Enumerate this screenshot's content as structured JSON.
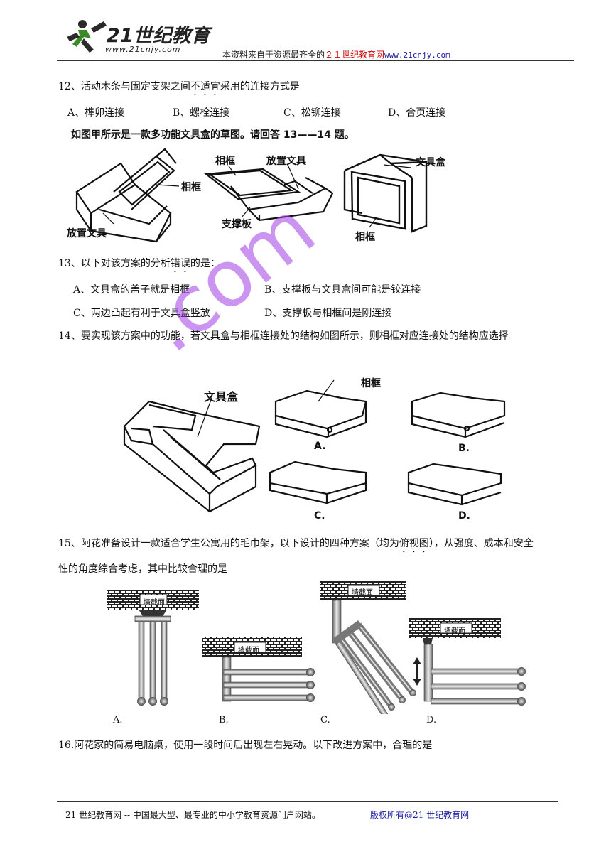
{
  "header": {
    "logo_text": "21世纪教育",
    "logo_url": "www.21cnjy.com",
    "source_prefix": "本资料来自于资源最齐全的",
    "source_site": "２１世纪教育网",
    "source_url": "www.21cnjy.com"
  },
  "q12": {
    "stem_a": "12、活动木条与固定支架之间",
    "stem_dot": "不适宜",
    "stem_b": "采用的连接方式是",
    "options": [
      "A、榫卯连接",
      "B、螺栓连接",
      "C、松铆连接",
      "D、合页连接"
    ]
  },
  "intro": "如图甲所示是一款多功能文具盒的草图。请回答 13——14 题。",
  "fig1": {
    "label_frame": "相框",
    "label_frame2": "相框",
    "label_place": "放置文具",
    "label_place2": "放置文具",
    "label_board": "支撑板",
    "label_box": "文具盒",
    "label_frame3": "相框"
  },
  "q13": {
    "stem_a": "13、以下对该方案的分析",
    "stem_dot": "错误",
    "stem_b": "的是：",
    "options": [
      "A、文具盒的盖子就是相框",
      "B、支撑板与文具盒间可能是铰连接",
      "C、两边凸起有利于文具盒竖放",
      "D、支撑板与相框间是刚连接"
    ]
  },
  "q14": {
    "stem": "14、要实现该方案中的功能，若文具盒与相框连接处的结构如图所示，则相框对应连接处的结构应选择"
  },
  "fig2": {
    "label_box": "文具盒",
    "label_frame": "相框",
    "caps": [
      "A.",
      "B.",
      "C.",
      "D."
    ]
  },
  "q15": {
    "line1_a": "15、阿花准备设计一款适合学生公寓用的毛巾架，以下设计的四种方案（均为",
    "line1_dot": "俯视图",
    "line1_b": "），从强度、成本和安全",
    "line2": "性的角度综合考虑，其中比较合理的是",
    "wall_label": "墙截面",
    "caps": [
      "A.",
      "B.",
      "C.",
      "D."
    ]
  },
  "q16": {
    "stem": "16.阿花家的简易电脑桌，使用一段时间后出现左右晃动。以下改进方案中，合理的是"
  },
  "watermark": ".com",
  "footer": {
    "text": "21 世纪教育网 -- 中国最大型、最专业的中小学教育资源门户网站。",
    "link": "版权所有@21 世纪教育网"
  },
  "colors": {
    "watermark": "#a03ce6",
    "source_red": "#cc0000",
    "link_blue": "#1a1aa0"
  }
}
